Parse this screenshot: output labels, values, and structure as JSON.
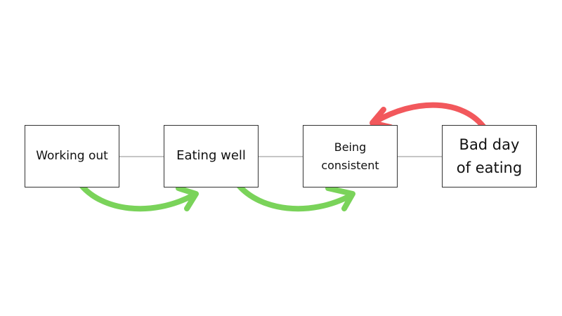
{
  "diagram": {
    "nodes": [
      {
        "label": "Working out"
      },
      {
        "label": "Eating well"
      },
      {
        "label": "Being consistent"
      },
      {
        "label": "Bad day of eating"
      }
    ],
    "arrows": [
      {
        "from": "Working out",
        "to": "Eating well",
        "kind": "forward"
      },
      {
        "from": "Eating well",
        "to": "Being consistent",
        "kind": "forward"
      },
      {
        "from": "Bad day of eating",
        "to": "Being consistent",
        "kind": "backward"
      }
    ],
    "colors": {
      "forward_arrow": "#7ad35a",
      "backward_arrow": "#f2585c",
      "box_border": "#333333",
      "connector_line": "#b3b3b3",
      "text": "#111111"
    }
  }
}
